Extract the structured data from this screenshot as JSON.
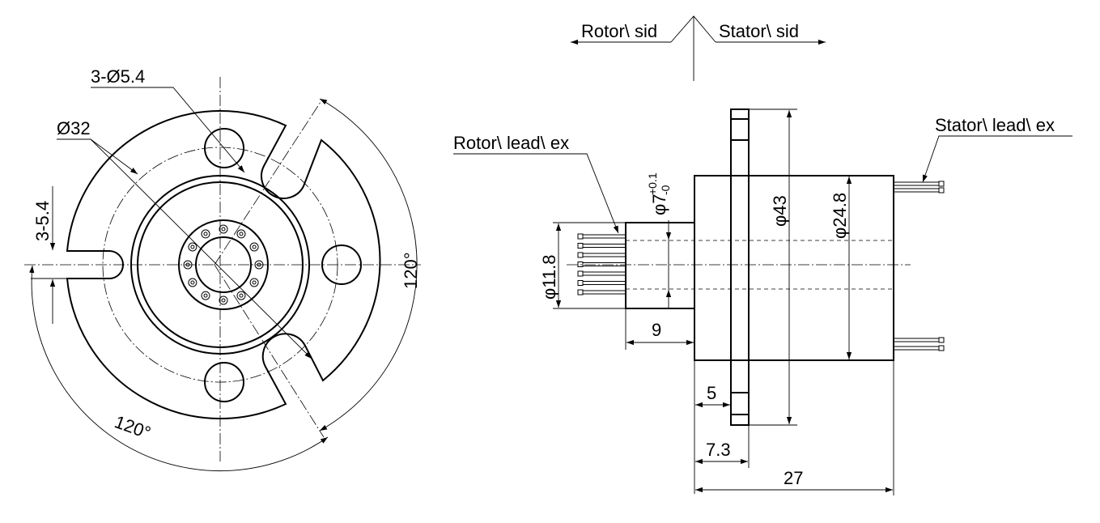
{
  "front_view": {
    "hole_spec": "3-Ø5.4",
    "diameter": "Ø32",
    "slot_width": "3-5.4",
    "angle_right": "120°",
    "angle_bottom": "120°"
  },
  "side_view": {
    "rotor_side": "Rotor\\ sid",
    "stator_side": "Stator\\ sid",
    "rotor_lead": "Rotor\\ lead\\ ex",
    "stator_lead": "Stator\\ lead\\ ex",
    "bore_base": "φ7",
    "bore_tol_upper": "+0.1",
    "bore_tol_lower": "-0",
    "flange_dia": "φ43",
    "body_dia": "φ24.8",
    "rotor_dia": "φ11.8",
    "dim_9": "9",
    "dim_5": "5",
    "dim_7_3": "7.3",
    "dim_27": "27"
  }
}
